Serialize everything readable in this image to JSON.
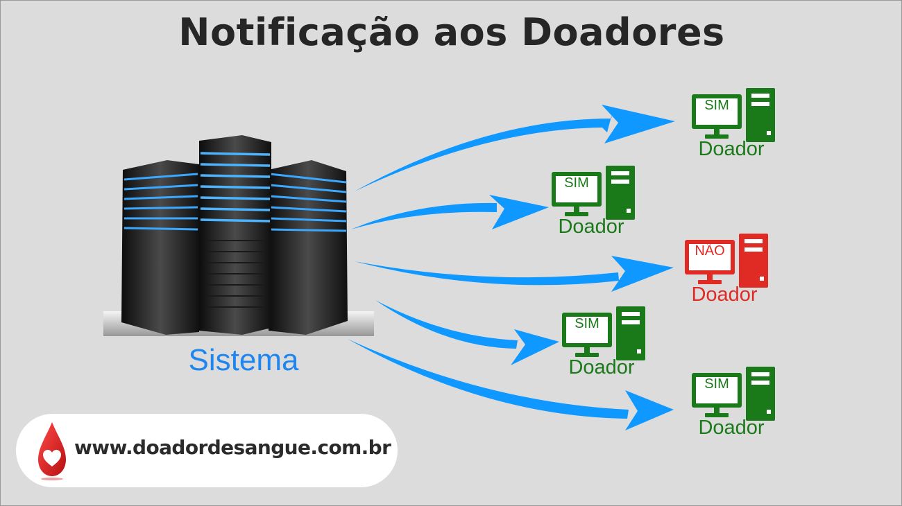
{
  "title": "Notificação aos Doadores",
  "system": {
    "label": "Sistema"
  },
  "donors": [
    {
      "status": "SIM",
      "label": "Doador",
      "color": "#1a7a1a"
    },
    {
      "status": "SIM",
      "label": "Doador",
      "color": "#1a7a1a"
    },
    {
      "status": "NÃO",
      "label": "Doador",
      "color": "#e02a24"
    },
    {
      "status": "SIM",
      "label": "Doador",
      "color": "#1a7a1a"
    },
    {
      "status": "SIM",
      "label": "Doador",
      "color": "#1a7a1a"
    }
  ],
  "footer": {
    "url": "www.doadordesangue.com.br"
  },
  "colors": {
    "arrow": "#0f98ff",
    "background": "#dcdcdc",
    "title": "#262626",
    "system_label": "#1f86f0"
  },
  "icons": {
    "server": "server-rack-icon",
    "donor": "desktop-computer-icon",
    "logo": "blood-drop-heart-icon"
  }
}
